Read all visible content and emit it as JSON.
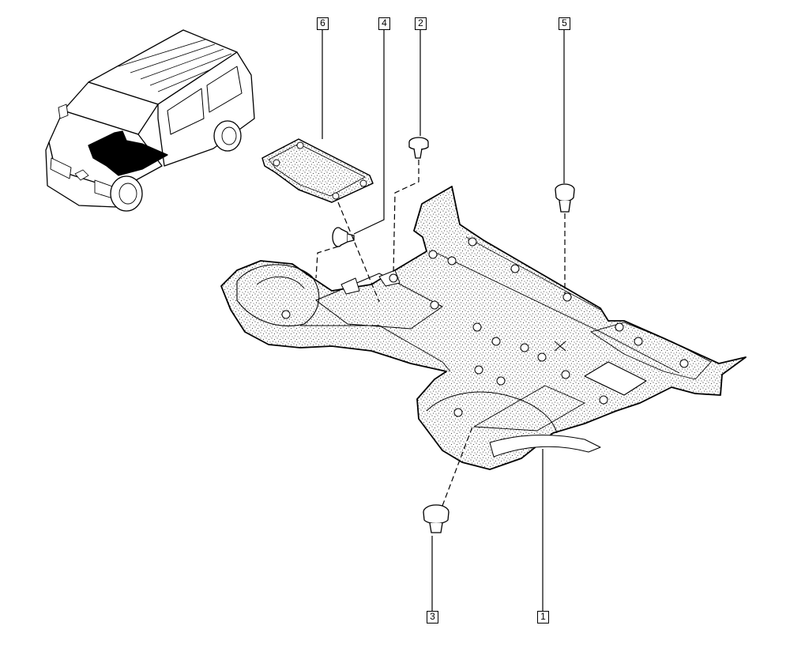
{
  "callouts": {
    "part_1": "1",
    "part_2": "2",
    "part_3": "3",
    "part_4": "4",
    "part_5": "5",
    "part_6": "6"
  },
  "colors": {
    "line": "#000000",
    "background": "#ffffff",
    "highlight": "#000000"
  }
}
